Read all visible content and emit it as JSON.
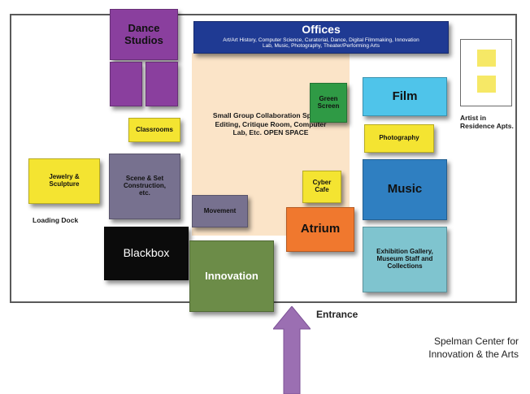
{
  "rooms": {
    "dance": "Dance Studios",
    "offices_title": "Offices",
    "offices_detail": "Art/Art History, Computer Science, Curatorial, Dance, Digital Filmmaking, Innovation Lab, Music, Photography, Theater/Performing Arts",
    "green_screen": "Green Screen",
    "film": "Film",
    "classrooms": "Classrooms",
    "photography": "Photography",
    "jewelry": "Jewelry & Sculpture",
    "scene": "Scene & Set Construction, etc.",
    "cyber": "Cyber Cafe",
    "music": "Music",
    "movement": "Movement",
    "atrium": "Atrium",
    "exhibition": "Exhibition Gallery, Museum Staff and Collections",
    "blackbox": "Blackbox",
    "innovation": "Innovation"
  },
  "open_space": "Small Group Collaboration Spaces, Editing, Critique Room, Computer Lab, Etc. OPEN SPACE",
  "labels": {
    "artist": "Artist in Residence Apts.",
    "loading_dock": "Loading Dock",
    "entrance": "Entrance",
    "credit_line1": "Spelman Center for",
    "credit_line2": "Innovation & the Arts"
  },
  "colors": {
    "purple": "#8a3f9e",
    "navy": "#1f3a93",
    "cyan": "#4fc4ea",
    "yellow": "#f4e431",
    "blue": "#2f7fc1",
    "slate": "#77718f",
    "orange": "#f0782e",
    "teal": "#7fc4cf",
    "black": "#0b0b0b",
    "olive": "#6c8c48",
    "green": "#2f9a45",
    "open_space": "#fbe4c8",
    "arrow": "#9b6fb2"
  }
}
